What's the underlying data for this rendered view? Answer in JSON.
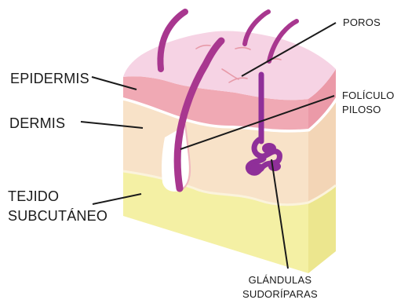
{
  "labels": {
    "epidermis": "EPIDERMIS",
    "dermis": "DERMIS",
    "tejido_subcutaneo": [
      "TEJIDO",
      "SUBCUTÁNEO"
    ],
    "poros": "POROS",
    "foliculo_piloso": [
      "FOLÍCULO",
      "PILOSO"
    ],
    "glandulas_sudoriparas": [
      "GLÁNDULAS",
      "SUDORÍPARAS"
    ]
  },
  "colors": {
    "epidermis_surface": "#f6d3e4",
    "epidermis_layer": "#f0a9b4",
    "dermis": "#f8e2c8",
    "dermis_side": "#f3d5b6",
    "subcutaneous": "#f4f0a4",
    "hair": "#a8378f",
    "gland": "#8f2f99",
    "pore_lines": "#e79aa8",
    "leader_lines": "#1a1a1a"
  }
}
